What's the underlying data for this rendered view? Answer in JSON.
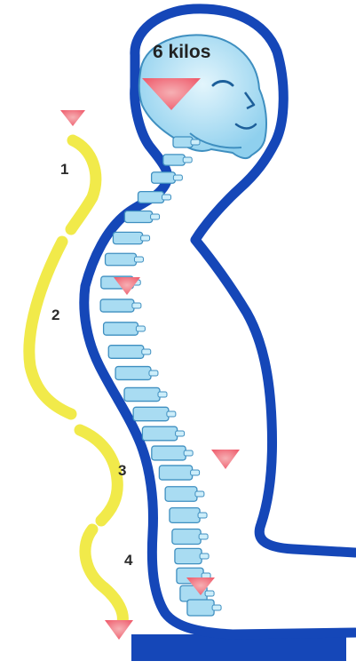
{
  "diagram": {
    "weight_label": "6 kilos",
    "curve_labels": [
      "1",
      "2",
      "3",
      "4"
    ],
    "colors": {
      "body_outline": "#1547b8",
      "spine_fill": "#a9dcf2",
      "spine_edge": "#3f8fc0",
      "curve": "#f1ea4a",
      "marker": "#ef5f6f",
      "marker_glow": "#f6b0b4",
      "seat": "#1547b8"
    },
    "icons": [
      "head-profile",
      "spine-vertebrae",
      "pressure-marker-triangle",
      "posture-curve",
      "seat-base"
    ]
  }
}
